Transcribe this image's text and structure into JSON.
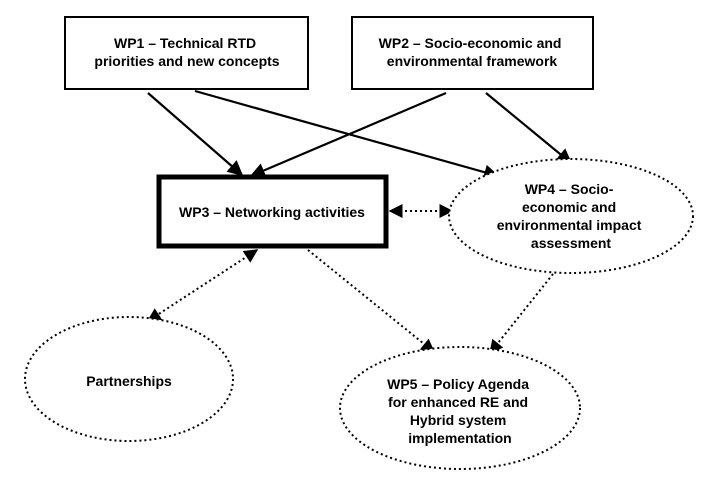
{
  "nodes": {
    "wp1": {
      "lines": [
        "WP1 – Technical RTD",
        "priorities and new concepts"
      ]
    },
    "wp2": {
      "lines": [
        "WP2 – Socio-economic and",
        "environmental framework"
      ]
    },
    "wp3": {
      "lines": [
        "WP3 – Networking activities"
      ]
    },
    "wp4": {
      "lines": [
        "WP4 – Socio-",
        "economic and",
        "environmental impact",
        "assessment"
      ]
    },
    "partnerships": {
      "lines": [
        "Partnerships"
      ]
    },
    "wp5": {
      "lines": [
        "WP5 – Policy Agenda",
        "for enhanced RE and",
        "Hybrid system",
        "implementation"
      ]
    }
  },
  "colors": {
    "stroke": "#000000",
    "background": "#ffffff"
  }
}
